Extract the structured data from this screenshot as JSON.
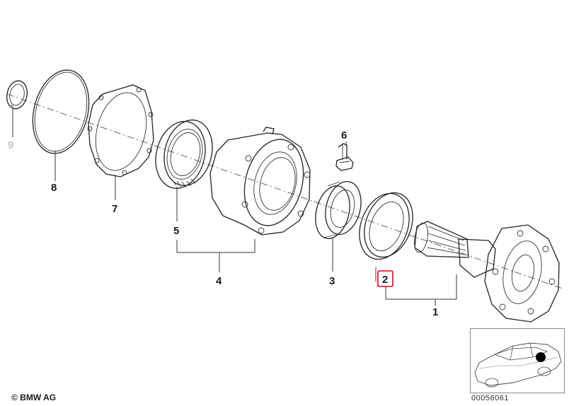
{
  "labels": {
    "p1": "1",
    "p2": "2",
    "p3": "3",
    "p4": "4",
    "p5": "5",
    "p6": "6",
    "p7": "7",
    "p8": "8",
    "p9": "9"
  },
  "highlight": {
    "part": "2",
    "color": "#e2001a"
  },
  "footer": {
    "copyright": "© BMW AG",
    "diagram_number": "00056061"
  },
  "thumbnail": {
    "icon": "car-location-icon",
    "marker_color": "#000000"
  }
}
